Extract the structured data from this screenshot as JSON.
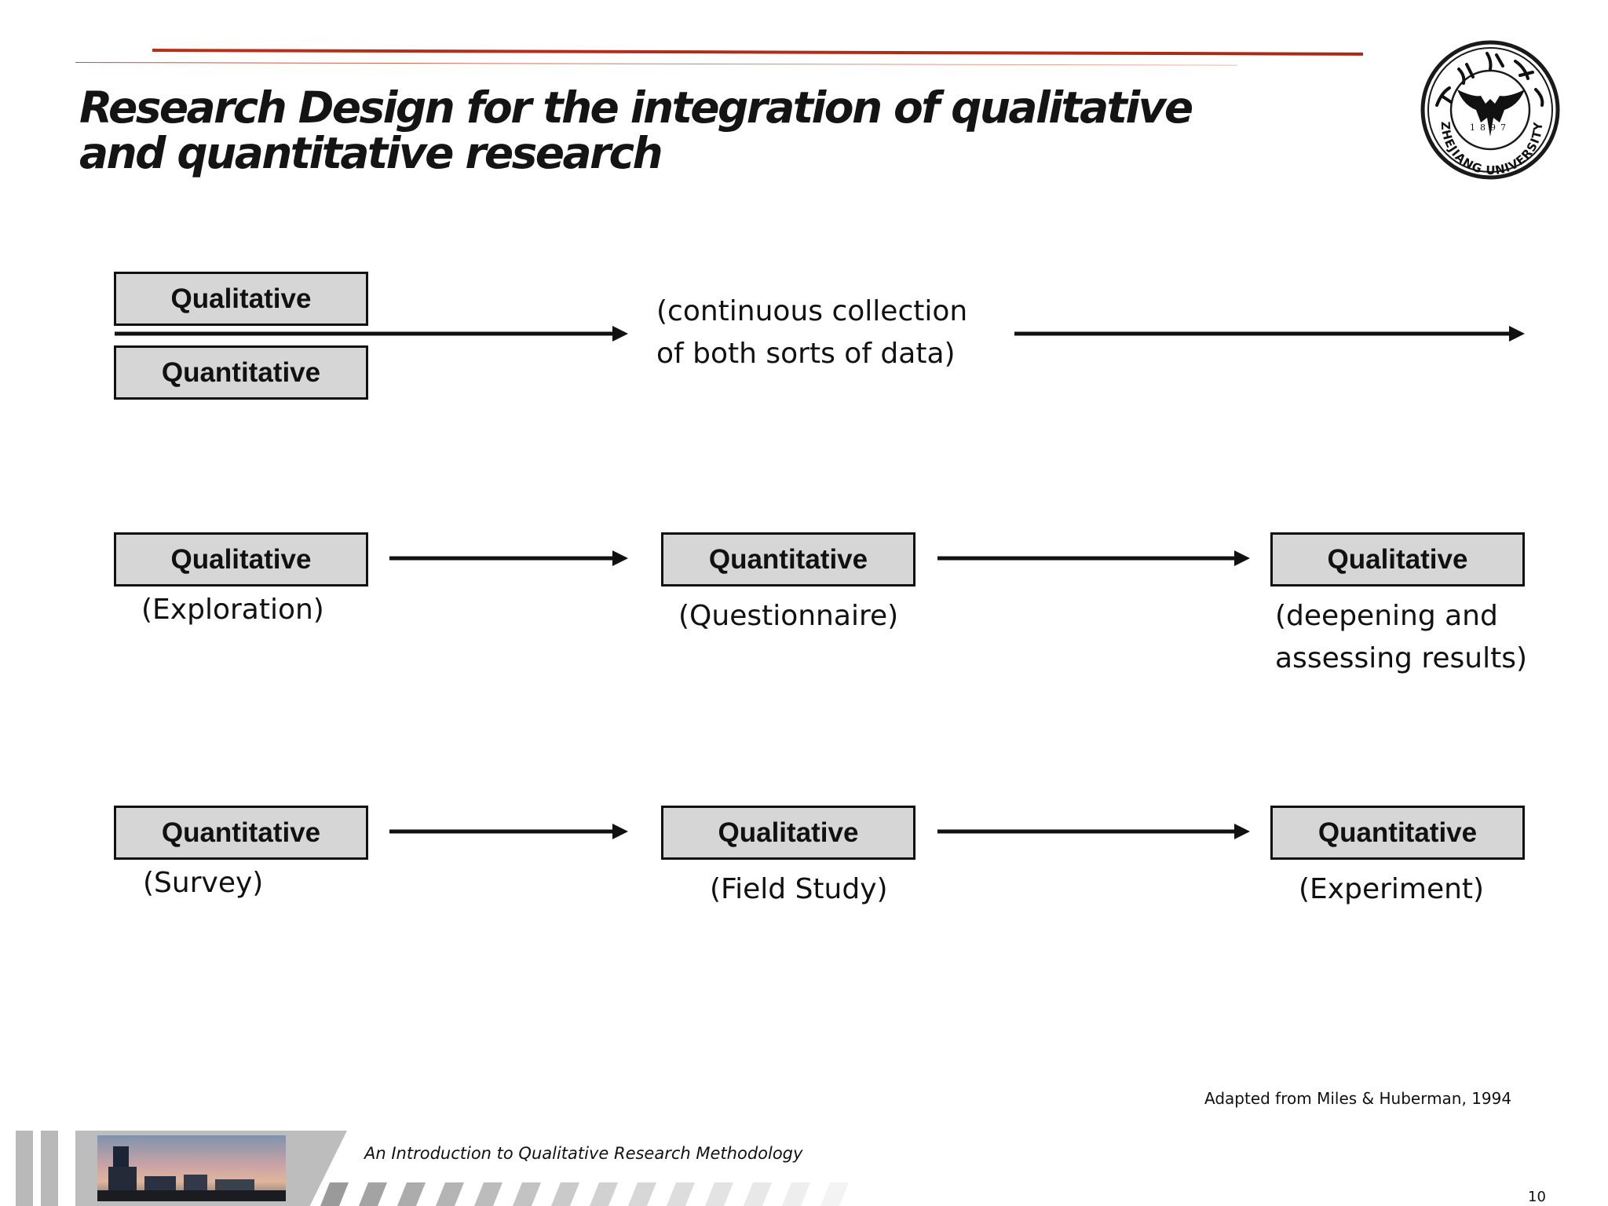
{
  "slide": {
    "title_line1": "Research Design for the integration of qualitative",
    "title_line2": "and quantitative research",
    "logo": {
      "name": "zhejiang-university-seal",
      "year": "1897",
      "text": "ZHEJIANG UNIVERSITY"
    },
    "accent_color": "#b02a16"
  },
  "diagram": {
    "row1": {
      "box_top": "Qualitative",
      "box_bottom": "Quantitative",
      "note_line1": "(continuous collection",
      "note_line2": "of both sorts of data)"
    },
    "row2": {
      "steps": [
        {
          "label": "Qualitative",
          "caption": "(Exploration)"
        },
        {
          "label": "Quantitative",
          "caption": "(Questionnaire)"
        },
        {
          "label": "Qualitative",
          "caption_line1": "(deepening and",
          "caption_line2": "assessing results)"
        }
      ]
    },
    "row3": {
      "steps": [
        {
          "label": "Quantitative",
          "caption": "(Survey)"
        },
        {
          "label": "Qualitative",
          "caption": "(Field Study)"
        },
        {
          "label": "Quantitative",
          "caption": "(Experiment)"
        }
      ]
    }
  },
  "citation": "Adapted from Miles & Huberman, 1994",
  "footer": {
    "course_title": "An Introduction to Qualitative Research Methodology",
    "page_number": "10"
  }
}
